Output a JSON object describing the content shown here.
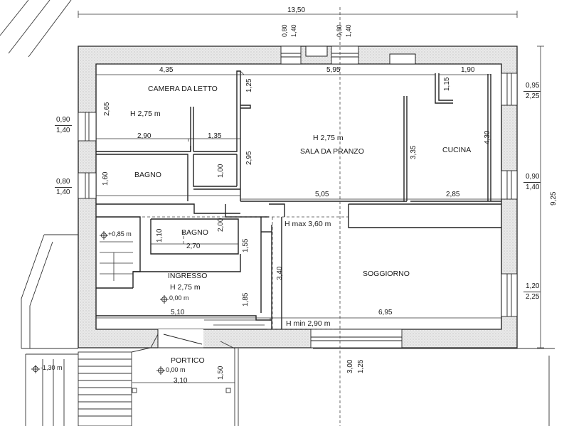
{
  "rooms": {
    "camera": {
      "name": "CAMERA DA LETTO",
      "height": "H 2,75 m"
    },
    "sala": {
      "height": "H 2,75 m",
      "name": "SALA DA PRANZO"
    },
    "cucina": {
      "name": "CUCINA"
    },
    "bagno1": {
      "name": "BAGNO"
    },
    "bagno2": {
      "name": "BAGNO"
    },
    "ingresso": {
      "name": "INGRESSO",
      "height": "H 2,75 m",
      "level": "0,00 m"
    },
    "soggiorno": {
      "name": "SOGGIORNO",
      "hmax": "H max 3,60 m",
      "hmin": "H min 2,90 m"
    },
    "portico": {
      "name": "PORTICO",
      "level": "0,00 m"
    }
  },
  "levels": {
    "stair_top": "+0,85 m",
    "outside": "-1,30 m"
  },
  "dimensions": {
    "total_width": "13,50",
    "total_depth": "9,25",
    "camera_w": "4,35",
    "sala_w": "5,95",
    "cucina_w": "1,90",
    "camera_d": "2,65",
    "wall_1_25": "1,25",
    "kitchen_1_15": "1,15",
    "camera_2_90": "2,90",
    "camera_1_35": "1,35",
    "sala_d": "2,95",
    "sala_3_35": "3,35",
    "cucina_d": "4,30",
    "bagno1_d": "1,60",
    "closet": "1,00",
    "sala_5_05": "5,05",
    "cucina_2_85": "2,85",
    "bagno2_d": "1,10",
    "bagno2_w": "2,70",
    "corr_2_00": "2,00",
    "corr_1_55": "1,55",
    "sogg_3_40": "3,40",
    "ingr_1_85": "1,85",
    "ingr_w": "5,10",
    "sogg_w": "6,95",
    "portico_w": "3,10",
    "portico_d": "1,50",
    "bottom_3_00": "3,00",
    "bottom_1_25": "1,25"
  },
  "openings": {
    "top1": {
      "w": "0,80",
      "h": "1,40"
    },
    "top2": {
      "w": "0,80",
      "h": "1,40"
    },
    "left1": {
      "w": "0,90",
      "h": "1,40"
    },
    "left2": {
      "w": "0,80",
      "h": "1,40"
    },
    "right1": {
      "w": "0,95",
      "h": "2,25"
    },
    "right2": {
      "w": "0,90",
      "h": "1,40"
    },
    "right3": {
      "w": "1,20",
      "h": "2,25"
    }
  }
}
